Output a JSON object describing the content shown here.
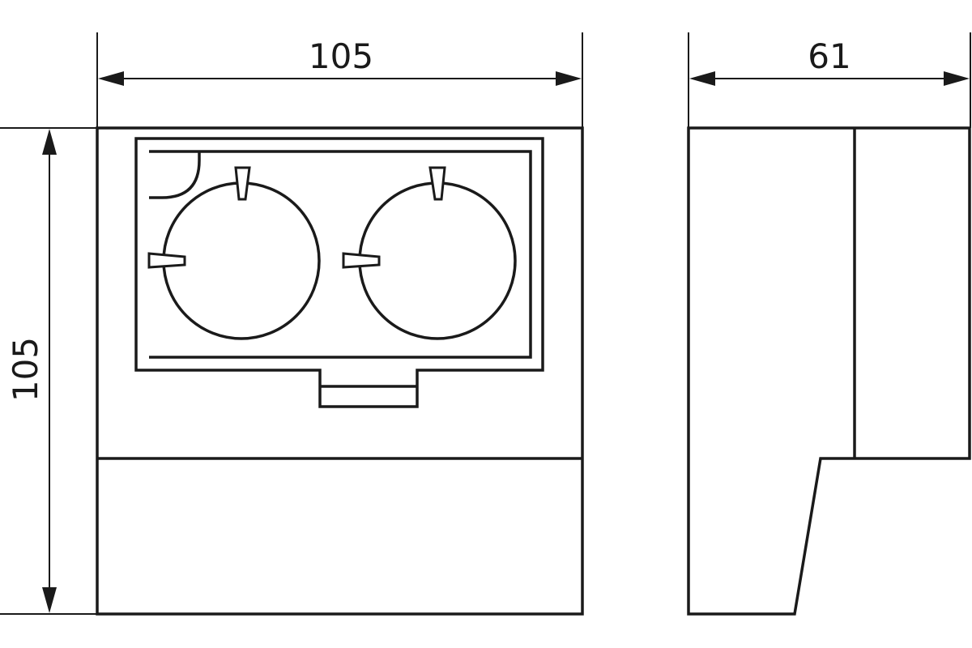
{
  "front_view": {
    "width_dimension": "105",
    "height_dimension": "105"
  },
  "side_view": {
    "depth_dimension": "61"
  }
}
